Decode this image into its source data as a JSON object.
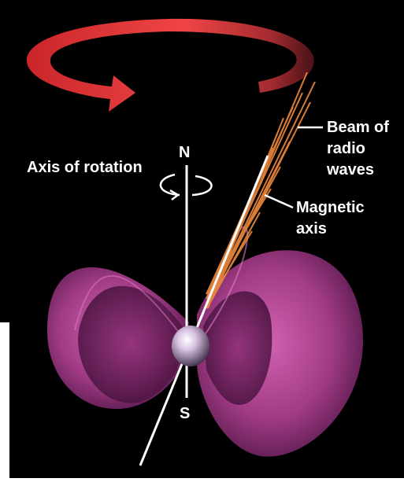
{
  "labels": {
    "axis_of_rotation": "Axis of rotation",
    "north": "N",
    "south": "S",
    "beam_line1": "Beam of",
    "beam_line2": "radio",
    "beam_line3": "waves",
    "magnetic_line1": "Magnetic",
    "magnetic_line2": "axis"
  },
  "colors": {
    "background": "#000000",
    "frame": "#ffffff",
    "rotation_arrow": "#e23a3a",
    "magnetic_field": "#b0428e",
    "radio_beam": "#f08a3c",
    "neutron_star": "#d9c4e3",
    "axis_lines": "#ffffff"
  },
  "icons": [
    "rotation-arrow-icon",
    "small-rotation-arrow-icon"
  ]
}
